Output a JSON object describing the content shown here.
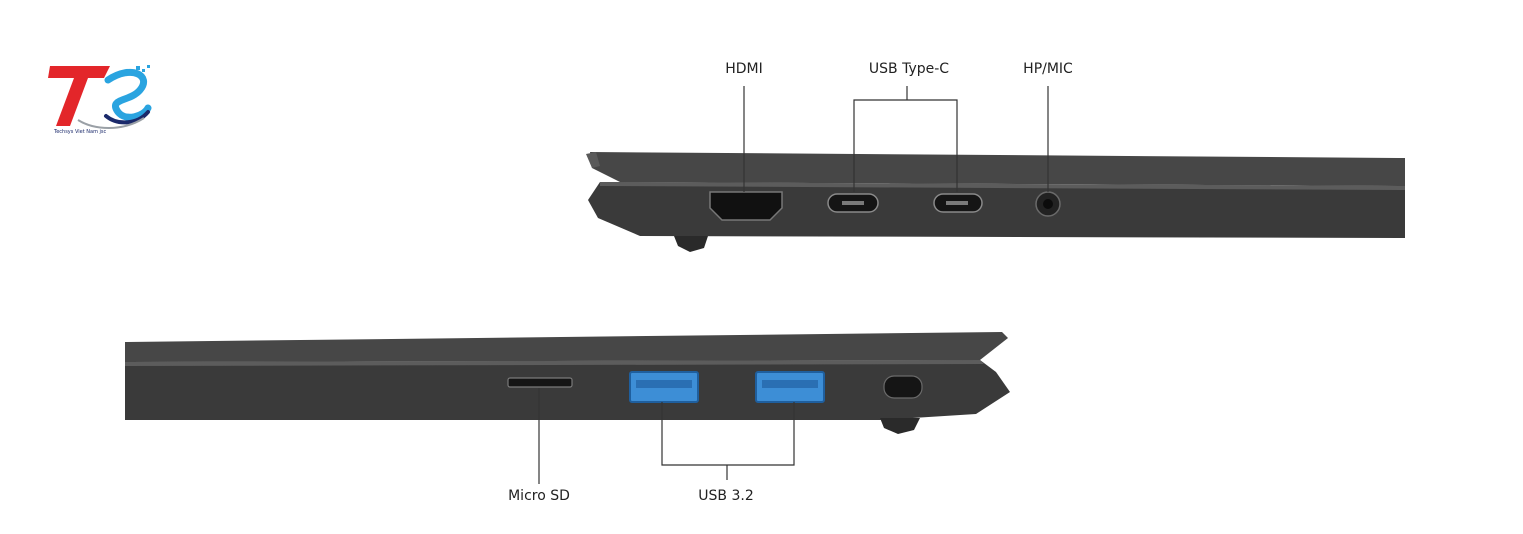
{
  "logo": {
    "brand_mark": "TS",
    "tagline": "Techsys Viet Nam jsc"
  },
  "labels": {
    "hdmi": "HDMI",
    "usb_type_c": "USB Type-C",
    "hp_mic": "HP/MIC",
    "micro_sd": "Micro SD",
    "usb_32": "USB 3.2"
  },
  "colors": {
    "logo_red": "#e3262a",
    "logo_blue": "#2aa4e0",
    "logo_navy": "#1b2a6b",
    "usb_blue": "#3d8ed6",
    "chassis": "#3a3a3a",
    "line": "#333333"
  }
}
